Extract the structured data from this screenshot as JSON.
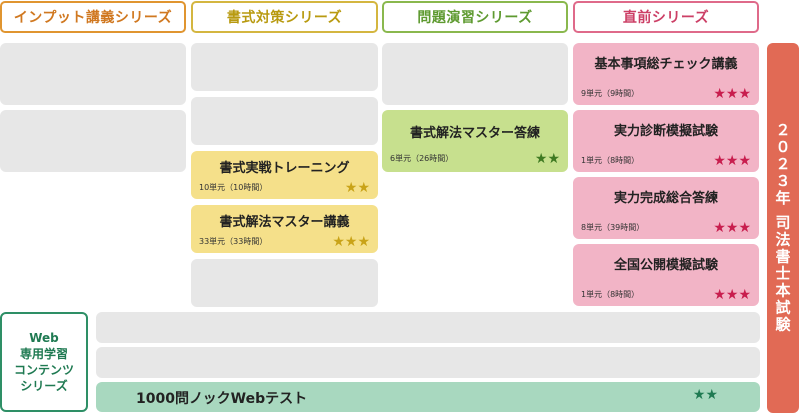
{
  "headers": {
    "input": "インプット講義シリーズ",
    "shoshiki": "書式対策シリーズ",
    "mondai": "問題演習シリーズ",
    "chokuzen": "直前シリーズ"
  },
  "shoshiki_cards": [
    {
      "title": "書式実戦トレーニング",
      "meta": "10単元（10時間）",
      "stars": "★★"
    },
    {
      "title": "書式解法マスター講義",
      "meta": "33単元（33時間）",
      "stars": "★★★"
    }
  ],
  "mondai_card": {
    "title": "書式解法マスター答練",
    "meta": "6単元（26時間）",
    "stars": "★★"
  },
  "chokuzen_cards": [
    {
      "title": "基本事項総チェック講義",
      "meta": "9単元（9時間）",
      "stars": "★★★"
    },
    {
      "title": "実力診断模擬試験",
      "meta": "1単元（8時間）",
      "stars": "★★★"
    },
    {
      "title": "実力完成総合答練",
      "meta": "8単元（39時間）",
      "stars": "★★★"
    },
    {
      "title": "全国公開模擬試験",
      "meta": "1単元（8時間）",
      "stars": "★★★"
    }
  ],
  "exam_label": "２０２３年 司法書士本試験",
  "web_series": [
    "Web",
    "専用学習",
    "コンテンツ",
    "シリーズ"
  ],
  "web_test": {
    "title": "1000問ノックWebテスト",
    "stars": "★★"
  },
  "colors": {
    "input": "#e09530",
    "shoshiki": "#d4b640",
    "mondai": "#8ab84e",
    "chokuzen": "#df6a8a",
    "exam": "#e16a55",
    "web": "#2e8f66"
  }
}
